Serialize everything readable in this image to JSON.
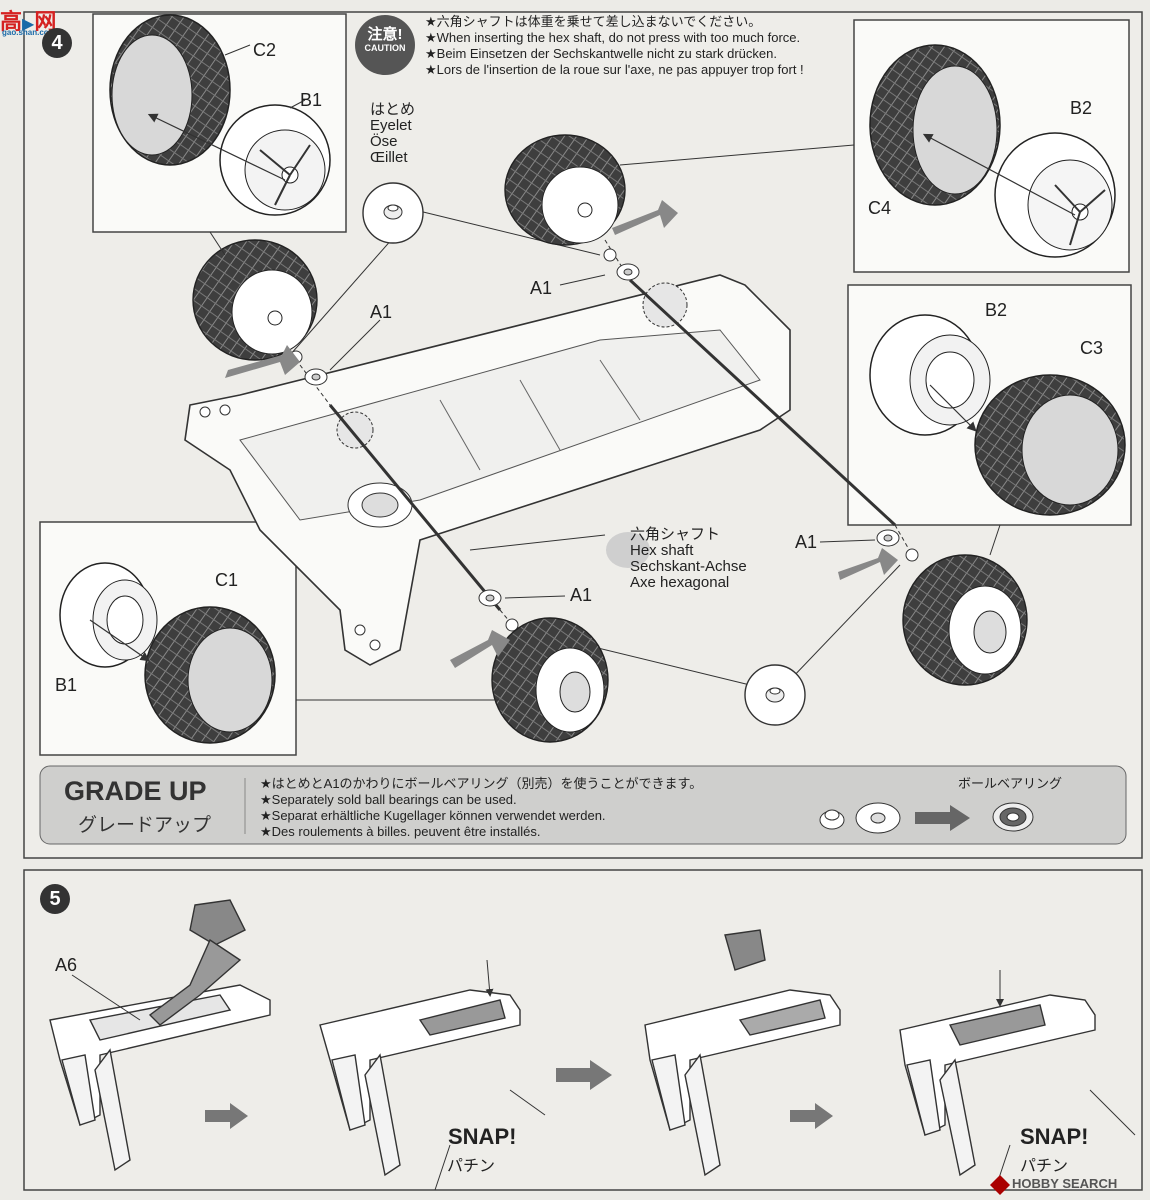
{
  "watermark_top": {
    "chars": "高",
    "chars2": "网",
    "domain": "gao.shan.com"
  },
  "watermark_bottom": "HOBBY SEARCH",
  "step4": {
    "number": "4",
    "caution": {
      "jp": "注意!",
      "en": "CAUTION"
    },
    "warnings": [
      "★六角シャフトは体重を乗せて差し込まないでください。",
      "★When inserting the hex shaft, do not press with too much force.",
      "★Beim Einsetzen der Sechskantwelle nicht zu stark drücken.",
      "★Lors de l'insertion de la roue sur l'axe, ne pas appuyer trop fort !"
    ],
    "eyelet": [
      "はとめ",
      "Eyelet",
      "Öse",
      "Œillet"
    ],
    "hexshaft": [
      "六角シャフト",
      "Hex shaft",
      "Sechskant-Achse",
      "Axe hexagonal"
    ],
    "labels": {
      "c2": "C2",
      "b1_top": "B1",
      "b2_top": "B2",
      "c4": "C4",
      "b2_mid": "B2",
      "c3": "C3",
      "c1": "C1",
      "b1_bot": "B1",
      "a1_1": "A1",
      "a1_2": "A1",
      "a1_3": "A1",
      "a1_4": "A1"
    },
    "gradeup": {
      "title": "GRADE UP",
      "subtitle": "グレードアップ",
      "lines": [
        "★はとめとA1のかわりにボールベアリング（別売）を使うことができます。",
        "★Separately sold ball bearings can be used.",
        "★Separat erhältliche Kugellager können verwendet werden.",
        "★Des roulements à billes. peuvent être installés."
      ],
      "bearing": "ボールベアリング"
    }
  },
  "step5": {
    "number": "5",
    "a6": "A6",
    "snap1": "SNAP!",
    "snap1_jp": "パチン",
    "snap2": "SNAP!",
    "snap2_jp": "パチン"
  }
}
